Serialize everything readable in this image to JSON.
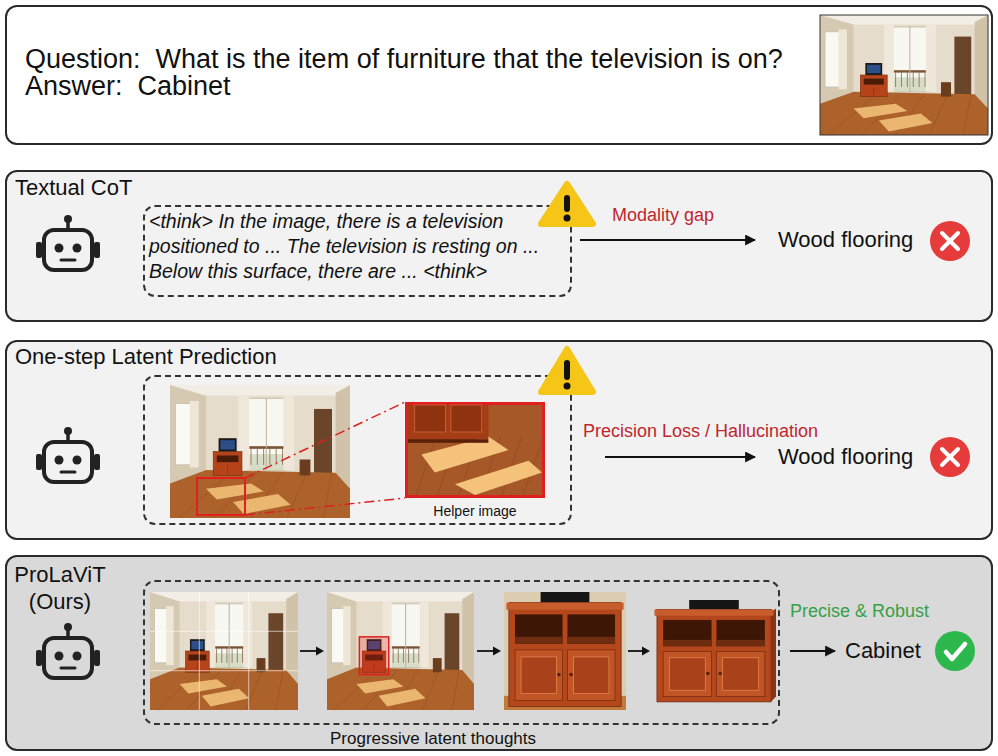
{
  "diagram": {
    "nodes": [
      {
        "text": [
          "Question:  What is the item of furniture that the television is on?",
          "Answer:  Cabinet"
        ]
      },
      {
        "text": [
          "Textual CoT"
        ]
      },
      {
        "text": [
          "<think> In the image, there is a television positioned to ... The television is resting on ... Below this surface, there are ... <think>"
        ],
        "in": 1
      },
      {
        "text": [
          "Wood flooring"
        ],
        "in": 1
      },
      {
        "text": [
          "One-step Latent Prediction"
        ]
      },
      {
        "text": [],
        "in": 4
      },
      {
        "text": [
          "Helper image"
        ],
        "in": 5
      },
      {
        "text": [
          "Wood flooring"
        ],
        "in": 4
      },
      {
        "text": [
          "ProLaViT (Ours)"
        ]
      },
      {
        "text": [
          "Progressive latent thoughts"
        ],
        "in": 8
      },
      {
        "text": [
          "Cabinet"
        ],
        "in": 8
      }
    ],
    "edges": [
      {
        "from": 2,
        "to": 3,
        "label": "Modality gap",
        "arrow": "to"
      },
      {
        "from": 5,
        "to": 7,
        "label": "Precision Loss / Hallucination",
        "arrow": "to"
      },
      {
        "from": 9,
        "to": 10,
        "label": "Precise & Robust",
        "arrow": "to"
      }
    ]
  }
}
